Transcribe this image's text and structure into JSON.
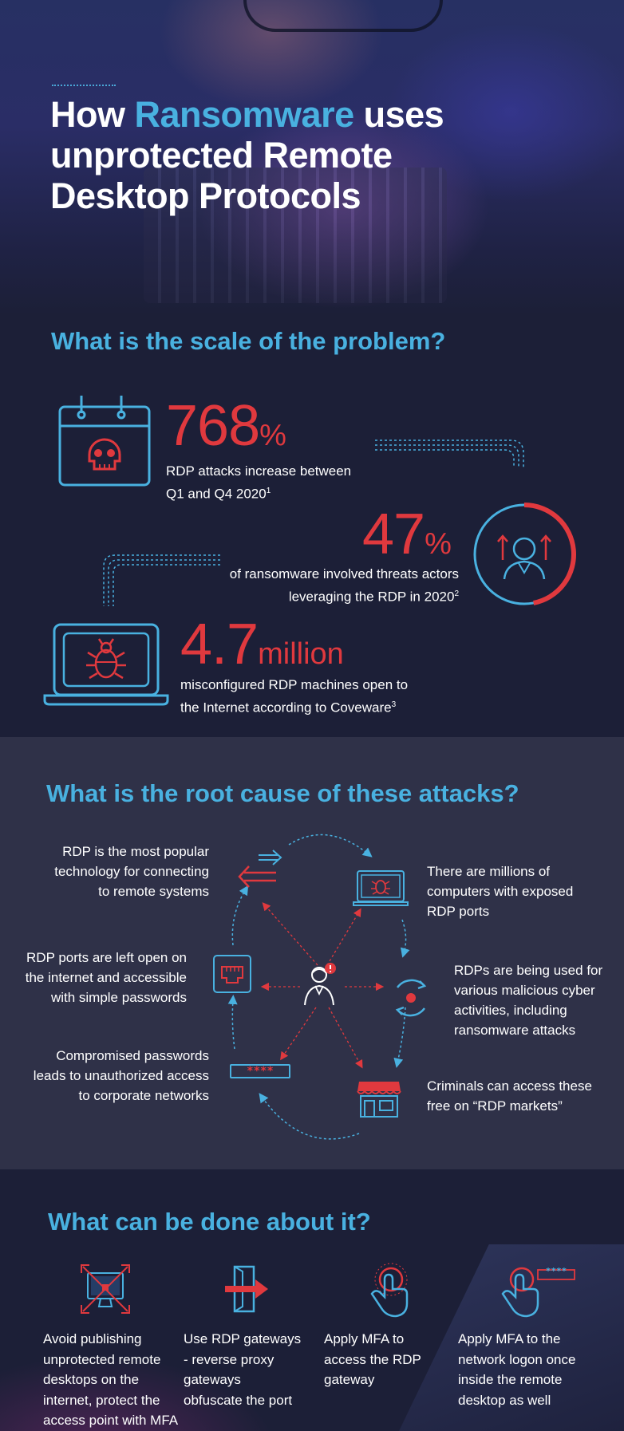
{
  "hero": {
    "title_part1": "How ",
    "title_accent": "Ransomware",
    "title_part2": " uses",
    "title_line2": "unprotected Remote",
    "title_line3": "Desktop Protocols"
  },
  "scale": {
    "heading": "What is the scale of the problem?",
    "stats": [
      {
        "number": "768",
        "unit": "%",
        "line1": "RDP attacks increase between",
        "line2": "Q1 and Q4 2020",
        "footnote": "1",
        "icon": "calendar-skull-icon"
      },
      {
        "number": "47",
        "unit": "%",
        "line1": "of ransomware involved threats actors",
        "line2": "leveraging the RDP in 2020",
        "footnote": "2",
        "icon": "threat-actor-ring-icon",
        "ring_fraction": 0.47
      },
      {
        "number": "4.7",
        "unit": "million",
        "line1": "misconfigured RDP machines open to",
        "line2": "the Internet according to Coveware",
        "footnote": "3",
        "icon": "laptop-bug-icon"
      }
    ]
  },
  "root": {
    "heading": "What is the root cause of these attacks?",
    "causes": [
      {
        "lines": [
          "RDP is the most popular",
          "technology for connecting",
          "to remote systems"
        ],
        "icon": "arrows-exchange-icon"
      },
      {
        "lines": [
          "There are millions of",
          "computers with exposed",
          "RDP ports"
        ],
        "icon": "laptop-bug-icon"
      },
      {
        "lines": [
          "RDP ports are left open on",
          "the internet and accessible",
          "with simple passwords"
        ],
        "icon": "network-port-icon"
      },
      {
        "lines": [
          "RDPs are being used for",
          "various malicious cyber",
          "activities, including",
          "ransomware attacks"
        ],
        "icon": "target-cycle-icon"
      },
      {
        "lines": [
          "Compromised passwords",
          "leads to unauthorized access",
          "to corporate networks"
        ],
        "icon": "password-field-icon"
      },
      {
        "lines": [
          "Criminals can access these",
          "free on “RDP markets”"
        ],
        "icon": "storefront-icon"
      }
    ],
    "password_mask": "****",
    "center_icon": "hacker-alert-icon"
  },
  "actions": {
    "heading": "What can be done about it?",
    "items": [
      {
        "lines": [
          "Avoid publishing",
          "unprotected remote",
          "desktops on the",
          "internet, protect the",
          "access point with MFA"
        ],
        "icon": "blocked-desktop-icon"
      },
      {
        "lines": [
          "Use RDP gateways",
          "- reverse proxy",
          "gateways",
          "obfuscate the port"
        ],
        "icon": "gateway-door-icon"
      },
      {
        "lines": [
          "Apply MFA to",
          "access the RDP",
          "gateway"
        ],
        "icon": "tap-hand-icon"
      },
      {
        "lines": [
          "Apply MFA to the",
          "network logon once",
          "inside the remote",
          "desktop as well"
        ],
        "icon": "tap-password-icon"
      }
    ],
    "mfa_mask": "****"
  },
  "colors": {
    "accent_blue": "#49b1e0",
    "accent_red": "#e0393e",
    "background": "#1c1f37",
    "band": "#2f3148"
  }
}
